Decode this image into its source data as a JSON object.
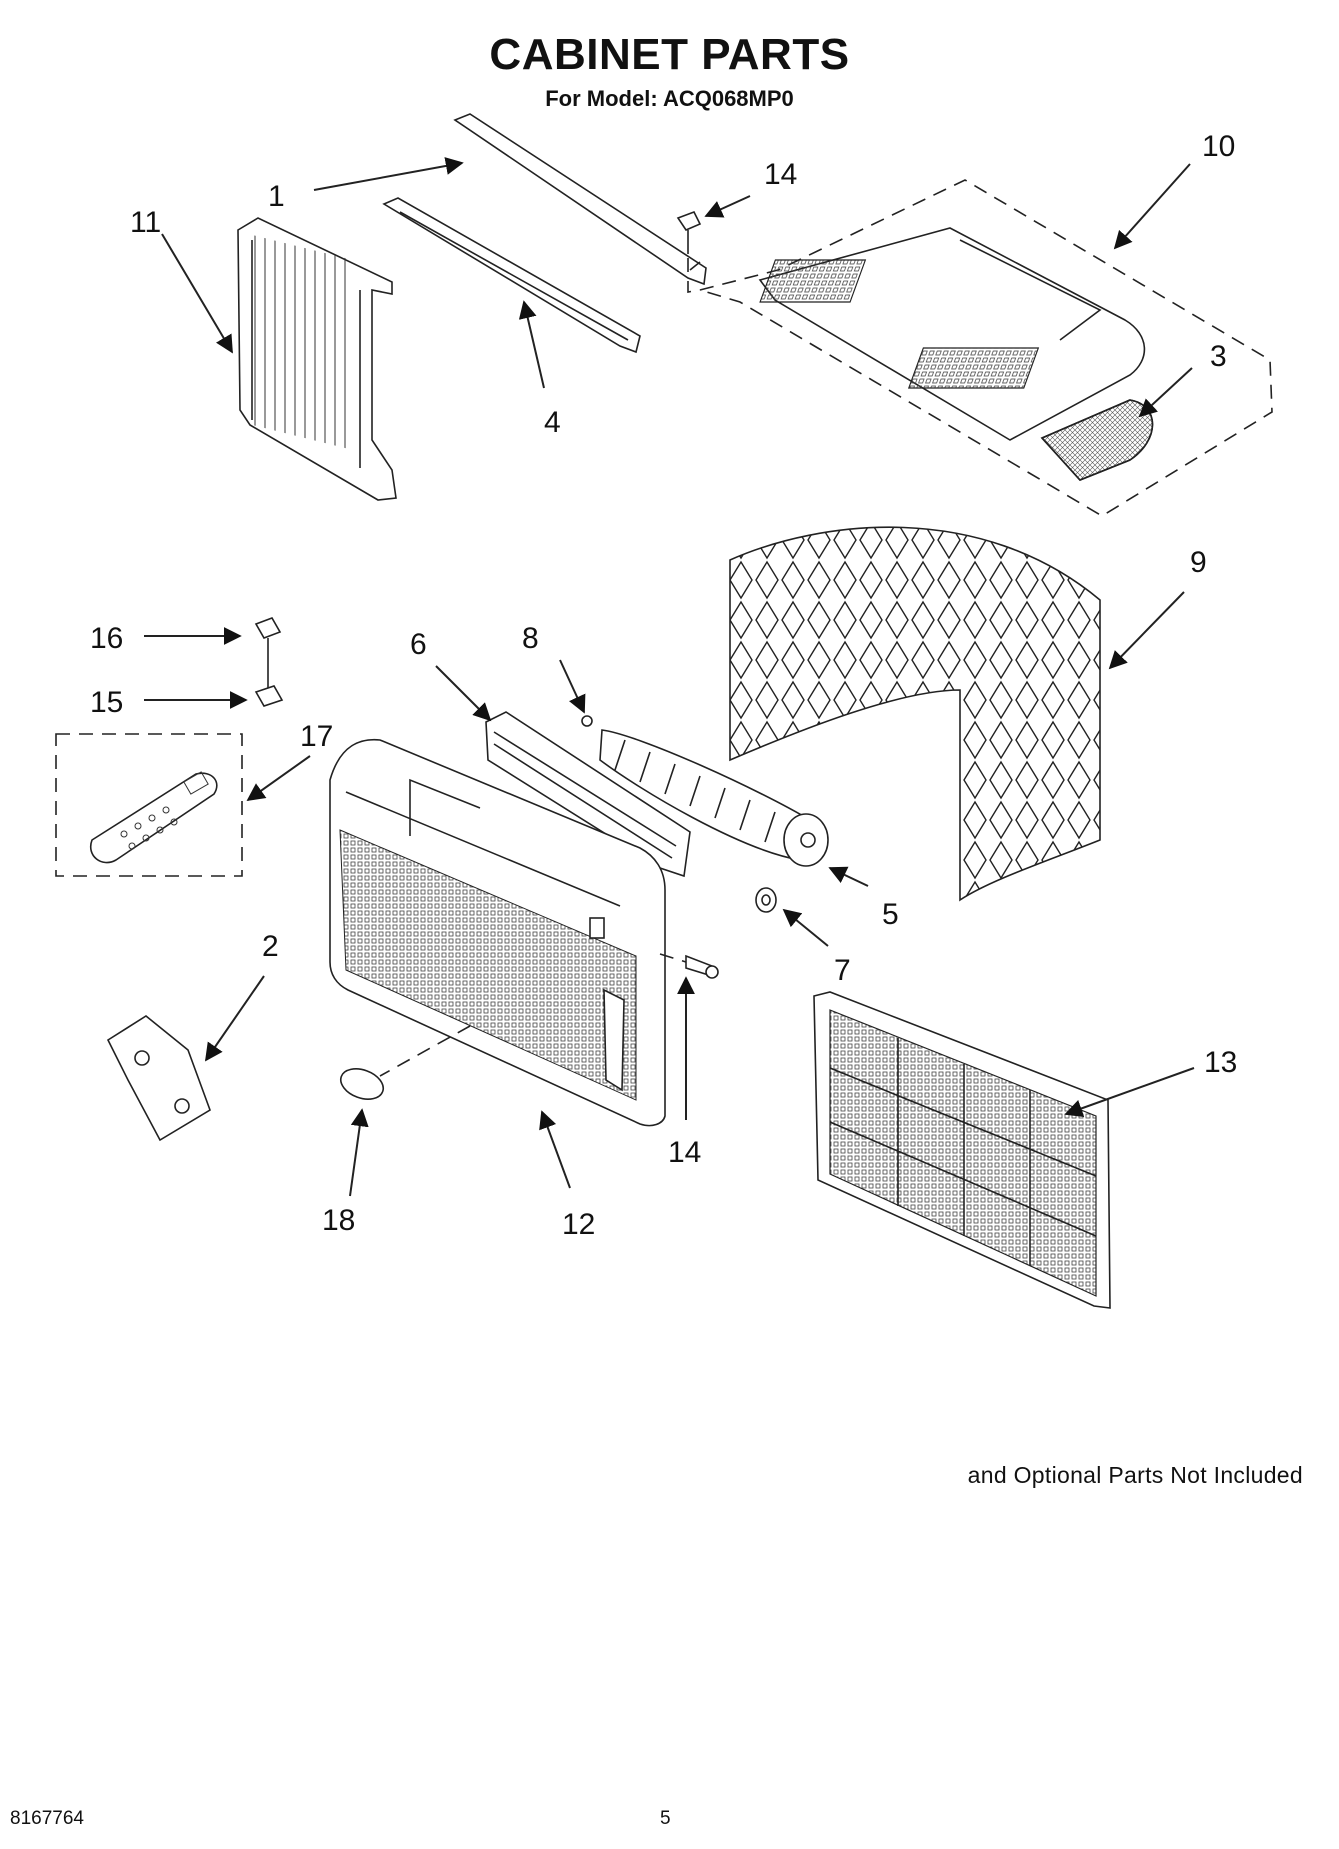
{
  "header": {
    "title": "CABINET PARTS",
    "subtitle": "For Model: ACQ068MP0"
  },
  "footer": {
    "note": "and Optional Parts Not Included",
    "document_number": "8167764",
    "page_number": "5"
  },
  "callouts": {
    "c1": "1",
    "c2": "2",
    "c3": "3",
    "c4": "4",
    "c5": "5",
    "c6": "6",
    "c7": "7",
    "c8": "8",
    "c9": "9",
    "c10": "10",
    "c11": "11",
    "c12": "12",
    "c13": "13",
    "c14a": "14",
    "c14b": "14",
    "c15": "15",
    "c16": "16",
    "c17": "17",
    "c18": "18"
  }
}
